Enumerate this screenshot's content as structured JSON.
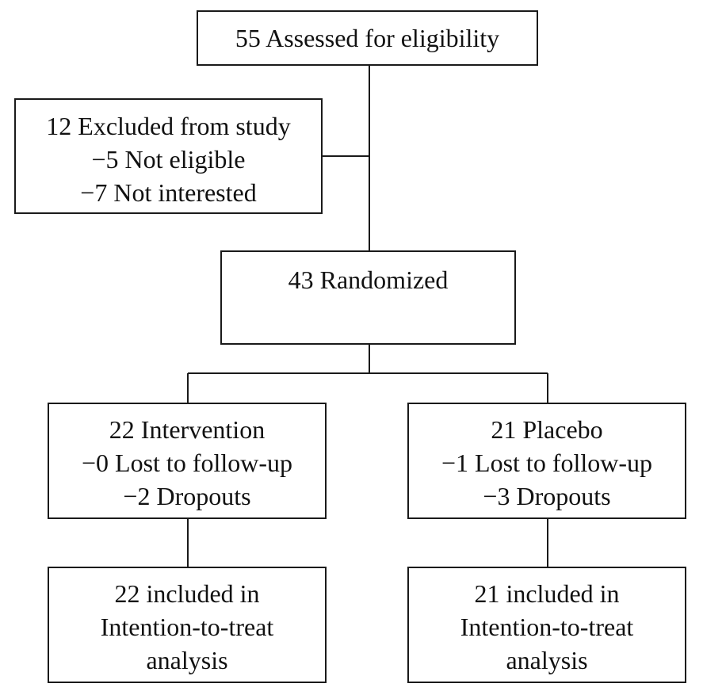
{
  "flowchart": {
    "assessed": {
      "lines": [
        "55 Assessed for eligibility"
      ]
    },
    "excluded": {
      "lines": [
        "12 Excluded from study",
        "−5 Not eligible",
        "−7 Not interested"
      ]
    },
    "randomized": {
      "lines": [
        "43 Randomized"
      ]
    },
    "intervention": {
      "lines": [
        "22 Intervention",
        "−0 Lost to follow-up",
        "−2 Dropouts"
      ]
    },
    "placebo": {
      "lines": [
        "21 Placebo",
        "−1 Lost to follow-up",
        "−3 Dropouts"
      ]
    },
    "itt_intervention": {
      "lines": [
        "22 included in",
        "Intention-to-treat",
        "analysis"
      ]
    },
    "itt_placebo": {
      "lines": [
        "21 included in",
        "Intention-to-treat",
        "analysis"
      ]
    }
  }
}
